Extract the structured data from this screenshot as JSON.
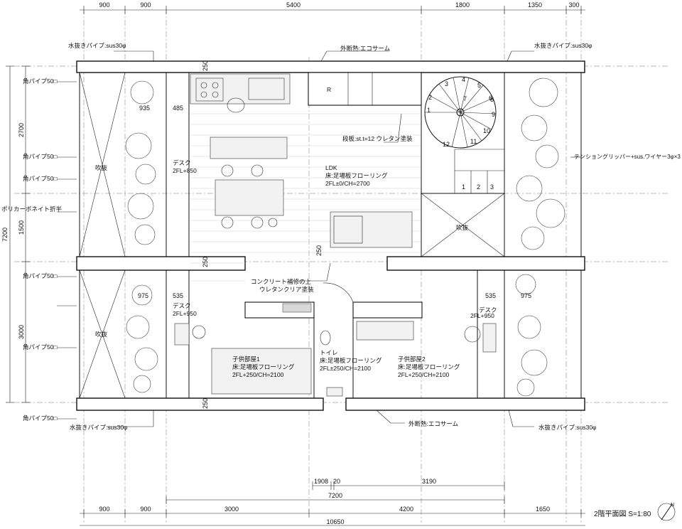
{
  "drawing": {
    "title": "2階平面図 S=1:80",
    "north_symbol": "N"
  },
  "dims_top": [
    "900",
    "900",
    "5400",
    "1800",
    "1350",
    "300"
  ],
  "dims_bottom": [
    "900",
    "900",
    "3000",
    "4200",
    "1650"
  ],
  "dim_bottom_total": "10650",
  "dim_bottom_inner": "7200",
  "dims_bottom_small": [
    "1908",
    "20",
    "3190"
  ],
  "dims_left": [
    "2700",
    "1500",
    "3000"
  ],
  "dim_left_total": "7200",
  "dims_inner": [
    "250",
    "250",
    "250",
    "250"
  ],
  "callouts": {
    "drain_tl": "水抜きパイプ:sus30φ",
    "drain_tr": "水抜きパイプ:sus30φ",
    "drain_bl": "水抜きパイプ:sus30φ",
    "drain_br": "水抜きパイプ:sus30φ",
    "insulation_top": "外断熱:エコサーム",
    "insulation_bottom": "外断熱:エコサーム",
    "pipe_1": "角パイプ50□",
    "pipe_2": "角パイプ50□",
    "pipe_3": "角パイプ50□",
    "pipe_4": "角パイプ50□",
    "pipe_5": "角パイプ50□",
    "pipe_6": "角パイプ50□",
    "polycarbonate": "ポリカーボネイト折半",
    "tension": "テンショングリッパー+sus.ワイヤー3φ×3",
    "stairs": "段板:st.t=12 ウレタン塗装",
    "concrete_1": "コンクリート補修の上",
    "concrete_2": "ウレタンクリア塗装"
  },
  "rooms": {
    "ldk": {
      "name": "LDK",
      "floor": "床:足場板フローリング",
      "level": "2FL±0/CH=2700"
    },
    "child1": {
      "name": "子供部屋1",
      "floor": "床:足場板フローリング",
      "level": "2FL+250/CH=2100"
    },
    "child2": {
      "name": "子供部屋2",
      "floor": "床:足場板フローリング",
      "level": "2FL+250/CH=2100"
    },
    "toilet": {
      "name": "トイレ",
      "floor": "床:足場板フローリング",
      "level": "2FL±250/CH=2100"
    },
    "void_tl": "吹抜",
    "void_bl": "吹抜",
    "void_r": "吹抜",
    "desk_tl": {
      "name": "デスク",
      "level": "2FL+850"
    },
    "desk_bl": {
      "name": "デスク",
      "level": "2FL+950"
    },
    "desk_br": {
      "name": "デスク",
      "level": "2FL+950"
    },
    "fridge": "R"
  },
  "small_dims": {
    "d935": "935",
    "d485": "485",
    "d975a": "975",
    "d535a": "535",
    "d535b": "535",
    "d975b": "975"
  },
  "stair_numbers": [
    "1",
    "2",
    "3",
    "4",
    "5",
    "6",
    "7",
    "8",
    "9",
    "10",
    "11",
    "12"
  ],
  "stair_lower_numbers": [
    "1",
    "2",
    "3"
  ]
}
